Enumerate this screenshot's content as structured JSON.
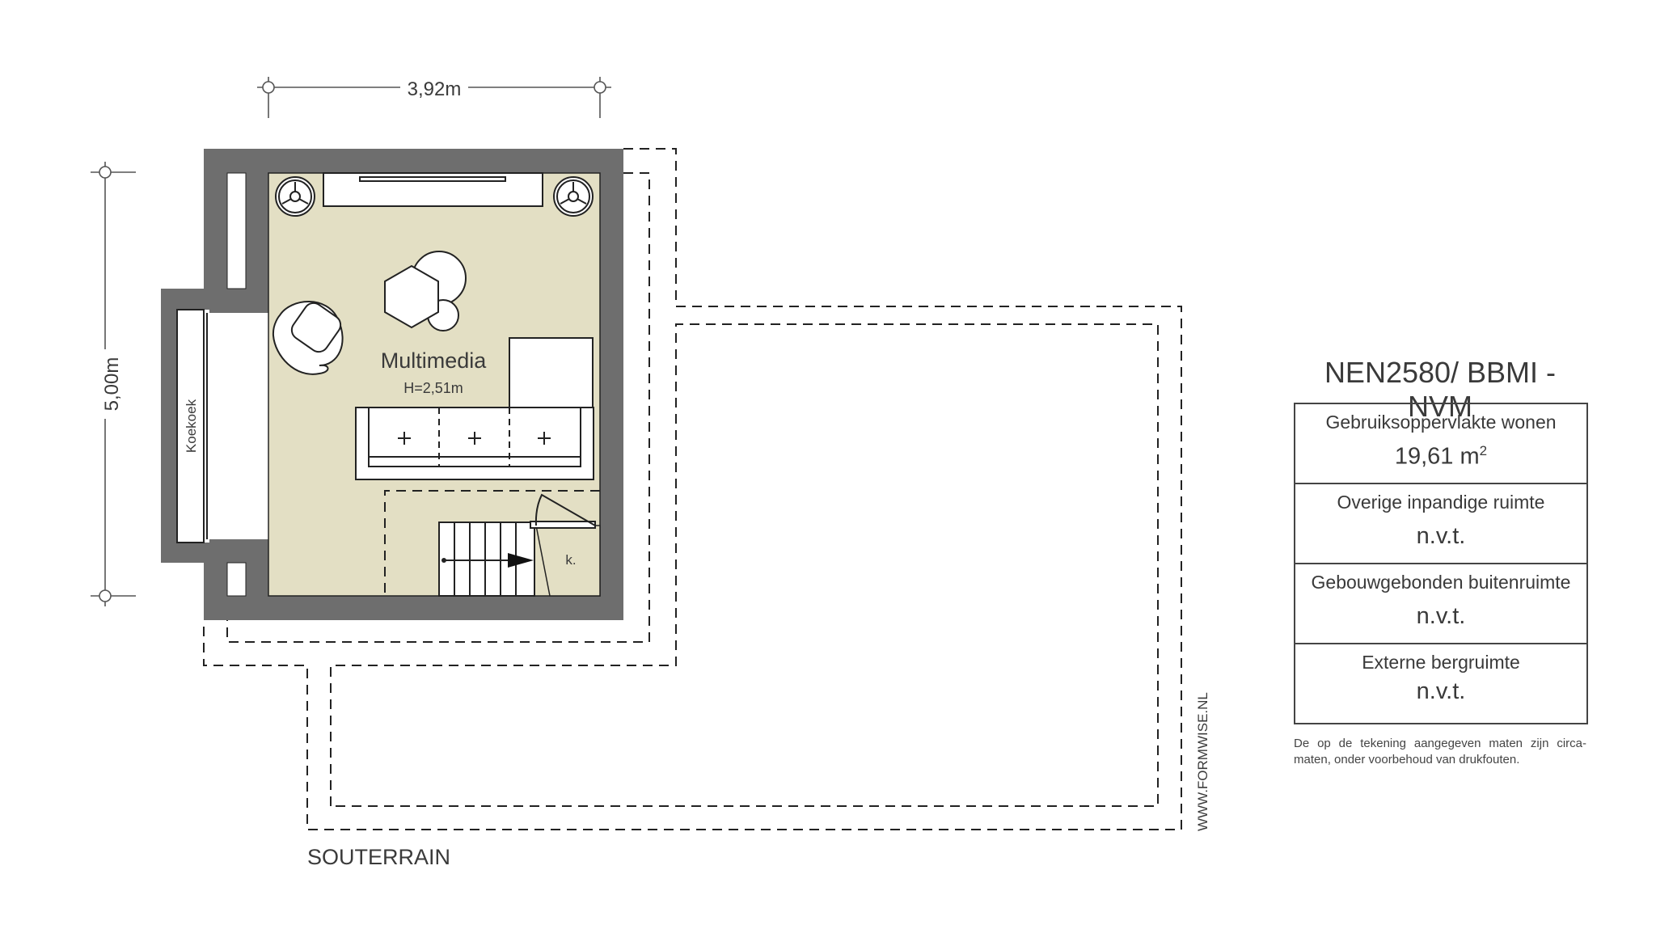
{
  "plan": {
    "width_dimension": "3,92m",
    "height_dimension": "5,00m",
    "room_name": "Multimedia",
    "room_height": "H=2,51m",
    "bay_label": "Koekoek",
    "closet_label": "k.",
    "floor_name": "SOUTERRAIN",
    "watermark": "WWW.FORMWISE.NL"
  },
  "colors": {
    "wall": "#6e6e6e",
    "floor": "#e3dfc4"
  },
  "summary": {
    "title": "NEN2580/ BBMI - NVM",
    "rows": [
      {
        "label": "Gebruiksoppervlakte wonen",
        "value": "19,61 m",
        "unit_sup": "2"
      },
      {
        "label": "Overige inpandige ruimte",
        "value": "n.v.t."
      },
      {
        "label": "Gebouwgebonden buitenruimte",
        "value": "n.v.t."
      },
      {
        "label": "Externe bergruimte",
        "value": "n.v.t."
      }
    ],
    "note": "De op de tekening aangegeven maten zijn circa-maten, onder voorbehoud van drukfouten."
  }
}
